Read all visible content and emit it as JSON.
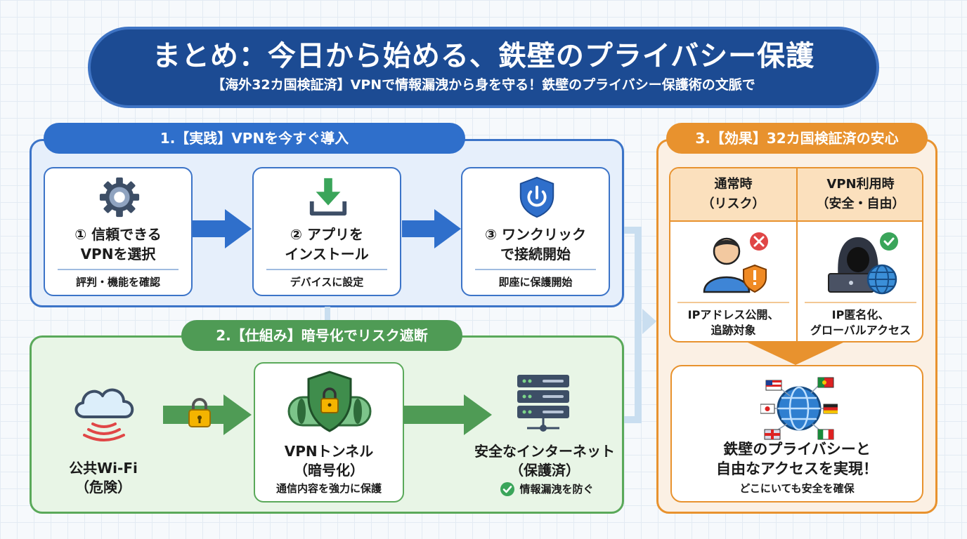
{
  "header": {
    "title": "まとめ：今日から始める、鉄壁のプライバシー保護",
    "subtitle": "【海外32カ国検証済】VPNで情報漏洩から身を守る！鉄壁のプライバシー保護術の文脈で"
  },
  "section1": {
    "title": "1.【実践】VPNを今すぐ導入",
    "steps": [
      {
        "title_line1": "① 信頼できる",
        "title_line2": "VPNを選択",
        "sub": "評判・機能を確認",
        "icon": "gear-icon"
      },
      {
        "title_line1": "② アプリを",
        "title_line2": "インストール",
        "sub": "デバイスに設定",
        "icon": "download-icon"
      },
      {
        "title_line1": "③ ワンクリック",
        "title_line2": "で接続開始",
        "sub": "即座に保護開始",
        "icon": "power-shield-icon"
      }
    ]
  },
  "section2": {
    "title": "2.【仕組み】暗号化でリスク遮断",
    "wifi": {
      "line1": "公共Wi-Fi",
      "line2": "（危険）"
    },
    "tunnel": {
      "line1": "VPNトンネル",
      "line2": "（暗号化）",
      "sub": "通信内容を強力に保護"
    },
    "internet": {
      "line1": "安全なインターネット",
      "line2": "（保護済）",
      "sub": "情報漏洩を防ぐ"
    }
  },
  "section3": {
    "title": "3.【効果】32カ国検証済の安心",
    "normal": {
      "head1": "通常時",
      "head2": "（リスク）",
      "foot1": "IPアドレス公開、",
      "foot2": "追跡対象"
    },
    "vpn": {
      "head1": "VPN利用時",
      "head2": "（安全・自由）",
      "foot1": "IP匿名化、",
      "foot2": "グローバルアクセス"
    },
    "result": {
      "line1": "鉄壁のプライバシーと",
      "line2": "自由なアクセスを実現！",
      "sub": "どこにいても安全を確保"
    }
  },
  "colors": {
    "navy": "#1c4b93",
    "blue": "#2f6fcb",
    "green": "#4f9b55",
    "orange": "#e8922e",
    "danger": "#e04646",
    "ok": "#3aa55a"
  }
}
